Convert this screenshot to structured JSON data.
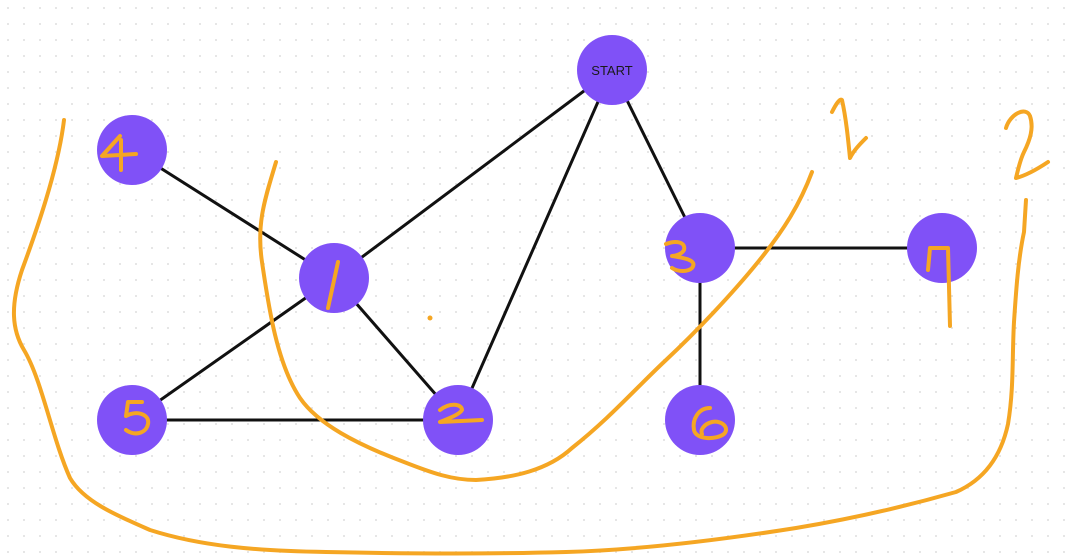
{
  "colors": {
    "node_fill": "#8051f7",
    "edge": "#111111",
    "annotation": "#f5a623"
  },
  "nodes": [
    {
      "id": "start",
      "label": "START"
    },
    {
      "id": "n1",
      "label": ""
    },
    {
      "id": "n2",
      "label": ""
    },
    {
      "id": "n3",
      "label": ""
    },
    {
      "id": "n4",
      "label": ""
    },
    {
      "id": "n5",
      "label": ""
    },
    {
      "id": "n6",
      "label": ""
    },
    {
      "id": "n7",
      "label": ""
    }
  ],
  "edges": [
    [
      "start",
      "n1"
    ],
    [
      "start",
      "n2"
    ],
    [
      "start",
      "n3"
    ],
    [
      "n4",
      "n1"
    ],
    [
      "n1",
      "n5"
    ],
    [
      "n1",
      "n2"
    ],
    [
      "n5",
      "n2"
    ],
    [
      "n3",
      "n7"
    ],
    [
      "n3",
      "n6"
    ]
  ],
  "handwritten_numbers": [
    "4",
    "1",
    "5",
    "2",
    "3",
    "6",
    "7",
    "1",
    "2"
  ]
}
